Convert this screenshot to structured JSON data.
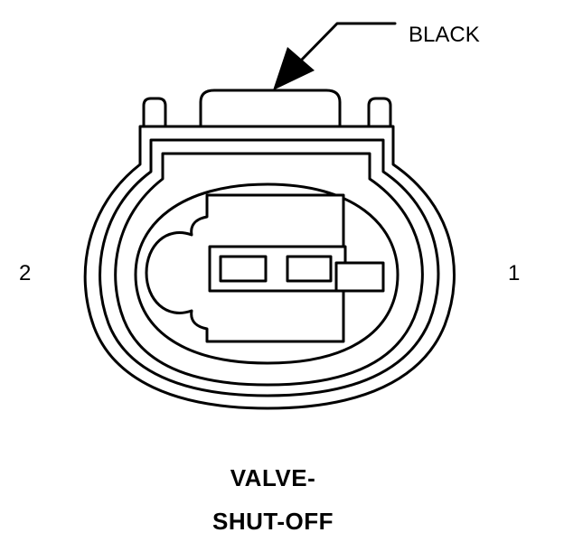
{
  "connector": {
    "color_label": "BLACK",
    "pin_left": "2",
    "pin_right": "1",
    "name_line1": "VALVE-",
    "name_line2": "SHUT-OFF"
  },
  "colors": {
    "ink": "#000000",
    "paper": "#ffffff"
  }
}
